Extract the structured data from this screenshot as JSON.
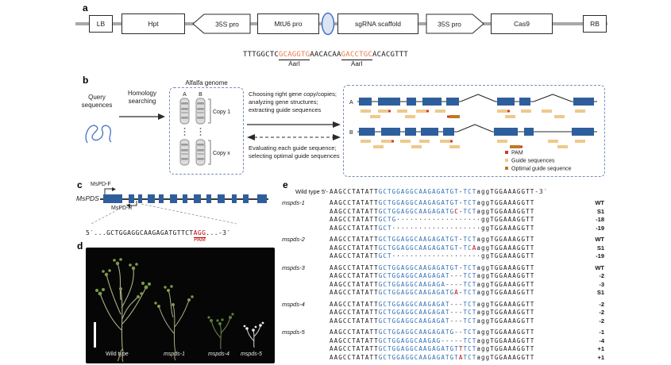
{
  "panel_a": {
    "label": "a",
    "lb": "LB",
    "hpt": "Hpt",
    "p35s_left": "35S pro",
    "mtu6": "MtU6 pro",
    "sgrna": "sgRNA scaffold",
    "p35s_right": "35S pro",
    "cas9": "Cas9",
    "rb": "RB",
    "sequence": [
      {
        "t": "TTTGGCTC"
      },
      {
        "t": "GCAGGTG",
        "hl": true,
        "enzyme": "AarI"
      },
      {
        "t": "AACACAA"
      },
      {
        "t": "GACCTGC",
        "hl": true,
        "enzyme": "AarI"
      },
      {
        "t": "ACACGTTT"
      }
    ]
  },
  "panel_b": {
    "label": "b",
    "query": "Query\nsequences",
    "homology": "Homology\nsearching",
    "genome_title": "Alfalfa genome",
    "chr_a": "A",
    "chr_b": "B",
    "copy1": "Copy 1",
    "copyx": "Copy x",
    "forward_text": "Choosing right gene copy/copies;\nanalyzing gene structures;\nextracting guide sequences",
    "feedback_text": "Evaluating each guide sequence;\nselecting optimal guide sequences",
    "gene_a": "A",
    "gene_b": "B",
    "legend": {
      "pam": "PAM",
      "guides": "Guide sequences",
      "optimal": "Optimal guide sequence"
    }
  },
  "panel_c": {
    "label": "c",
    "gene": "MsPDS",
    "primer_f": "MsPD-F",
    "primer_r": "MsPD-R",
    "sequence": [
      {
        "t": "5′...GCTGGAGGCAAGAGATGTTCT"
      },
      {
        "t": "AGG",
        "red": true,
        "sub": "PAM"
      },
      {
        "t": "...-3′"
      }
    ]
  },
  "panel_d": {
    "label": "d",
    "labels": [
      "Wild type",
      "mspds-1",
      "mspds-4",
      "mspds-5"
    ]
  },
  "panel_e": {
    "label": "e",
    "wild_type": {
      "label": "Wild type 5′-",
      "suffix": "-3′",
      "segs": [
        [
          "k",
          "AAGCCTATATT"
        ],
        [
          "b",
          "GCTGGAGGCAAGAGATGT"
        ],
        [
          "k",
          "-"
        ],
        [
          "b",
          "TCT"
        ],
        [
          "p",
          "agg"
        ],
        [
          "k",
          "TGGAAAGGTT"
        ]
      ]
    },
    "groups": [
      {
        "name": "mspds-1",
        "rows": [
          {
            "segs": [
              [
                "k",
                "AAGCCTATATT"
              ],
              [
                "b",
                "GCTGGAGGCAAGAGATGT"
              ],
              [
                "k",
                "-"
              ],
              [
                "b",
                "TCT"
              ],
              [
                "p",
                "agg"
              ],
              [
                "k",
                "TGGAAAGGTT"
              ]
            ],
            "note": "WT"
          },
          {
            "segs": [
              [
                "k",
                "AAGCCTATATT"
              ],
              [
                "b",
                "GCTGGAGGCAAGAGATG"
              ],
              [
                "r",
                "C"
              ],
              [
                "k",
                "-"
              ],
              [
                "b",
                "TCT"
              ],
              [
                "p",
                "agg"
              ],
              [
                "k",
                "TGGAAAGGTT"
              ]
            ],
            "note": "S1"
          },
          {
            "segs": [
              [
                "k",
                "AAGCCTATATT"
              ],
              [
                "b",
                "GCTG"
              ],
              [
                "d",
                "···················"
              ],
              [
                "p",
                "gg"
              ],
              [
                "k",
                "TGGAAAGGTT"
              ]
            ],
            "note": "-18"
          },
          {
            "segs": [
              [
                "k",
                "AAGCCTATATT"
              ],
              [
                "b",
                "GCT"
              ],
              [
                "d",
                "····················"
              ],
              [
                "p",
                "gg"
              ],
              [
                "k",
                "TGGAAAGGTT"
              ]
            ],
            "note": "-19"
          }
        ]
      },
      {
        "name": "mspds-2",
        "rows": [
          {
            "segs": [
              [
                "k",
                "AAGCCTATATT"
              ],
              [
                "b",
                "GCTGGAGGCAAGAGATGT"
              ],
              [
                "k",
                "-"
              ],
              [
                "b",
                "TCT"
              ],
              [
                "p",
                "agg"
              ],
              [
                "k",
                "TGGAAAGGTT"
              ]
            ],
            "note": "WT"
          },
          {
            "segs": [
              [
                "k",
                "AAGCCTATATT"
              ],
              [
                "b",
                "GCTGGAGGCAAGAGATGT"
              ],
              [
                "k",
                "-"
              ],
              [
                "b",
                "TC"
              ],
              [
                "r",
                "A"
              ],
              [
                "p",
                "agg"
              ],
              [
                "k",
                "TGGAAAGGTT"
              ]
            ],
            "note": "S1"
          },
          {
            "segs": [
              [
                "k",
                "AAGCCTATATT"
              ],
              [
                "b",
                "GCT"
              ],
              [
                "d",
                "····················"
              ],
              [
                "p",
                "gg"
              ],
              [
                "k",
                "TGGAAAGGTT"
              ]
            ],
            "note": "-19"
          }
        ]
      },
      {
        "name": "mspds-3",
        "rows": [
          {
            "segs": [
              [
                "k",
                "AAGCCTATATT"
              ],
              [
                "b",
                "GCTGGAGGCAAGAGATGT"
              ],
              [
                "k",
                "-"
              ],
              [
                "b",
                "TCT"
              ],
              [
                "p",
                "agg"
              ],
              [
                "k",
                "TGGAAAGGTT"
              ]
            ],
            "note": "WT"
          },
          {
            "segs": [
              [
                "k",
                "AAGCCTATATT"
              ],
              [
                "b",
                "GCTGGAGGCAAGAGAT"
              ],
              [
                "d",
                "---"
              ],
              [
                "b",
                "TCT"
              ],
              [
                "p",
                "agg"
              ],
              [
                "k",
                "TGGAAAGGTT"
              ]
            ],
            "note": "-2"
          },
          {
            "segs": [
              [
                "k",
                "AAGCCTATATT"
              ],
              [
                "b",
                "GCTGGAGGCAAGAGA"
              ],
              [
                "d",
                "----"
              ],
              [
                "b",
                "TCT"
              ],
              [
                "p",
                "agg"
              ],
              [
                "k",
                "TGGAAAGGTT"
              ]
            ],
            "note": "-3"
          },
          {
            "segs": [
              [
                "k",
                "AAGCCTATATT"
              ],
              [
                "b",
                "GCTGGAGGCAAGAGATG"
              ],
              [
                "r",
                "A"
              ],
              [
                "k",
                "-"
              ],
              [
                "b",
                "TCT"
              ],
              [
                "p",
                "agg"
              ],
              [
                "k",
                "TGGAAAGGTT"
              ]
            ],
            "note": "S1"
          }
        ]
      },
      {
        "name": "mspds-4",
        "rows": [
          {
            "segs": [
              [
                "k",
                "AAGCCTATATT"
              ],
              [
                "b",
                "GCTGGAGGCAAGAGAT"
              ],
              [
                "d",
                "---"
              ],
              [
                "b",
                "TCT"
              ],
              [
                "p",
                "agg"
              ],
              [
                "k",
                "TGGAAAGGTT"
              ]
            ],
            "note": "-2"
          },
          {
            "segs": [
              [
                "k",
                "AAGCCTATATT"
              ],
              [
                "b",
                "GCTGGAGGCAAGAGAT"
              ],
              [
                "d",
                "---"
              ],
              [
                "b",
                "TCT"
              ],
              [
                "p",
                "agg"
              ],
              [
                "k",
                "TGGAAAGGTT"
              ]
            ],
            "note": "-2"
          },
          {
            "segs": [
              [
                "k",
                "AAGCCTATATT"
              ],
              [
                "b",
                "GCTGGAGGCAAGAGAT"
              ],
              [
                "d",
                "---"
              ],
              [
                "b",
                "TCT"
              ],
              [
                "p",
                "agg"
              ],
              [
                "k",
                "TGGAAAGGTT"
              ]
            ],
            "note": "-2"
          }
        ]
      },
      {
        "name": "mspds-5",
        "rows": [
          {
            "segs": [
              [
                "k",
                "AAGCCTATATT"
              ],
              [
                "b",
                "GCTGGAGGCAAGAGATG"
              ],
              [
                "d",
                "--"
              ],
              [
                "b",
                "TCT"
              ],
              [
                "p",
                "agg"
              ],
              [
                "k",
                "TGGAAAGGTT"
              ]
            ],
            "note": "-1"
          },
          {
            "segs": [
              [
                "k",
                "AAGCCTATATT"
              ],
              [
                "b",
                "GCTGGAGGCAAGAG"
              ],
              [
                "d",
                "-----"
              ],
              [
                "b",
                "TCT"
              ],
              [
                "p",
                "agg"
              ],
              [
                "k",
                "TGGAAAGGTT"
              ]
            ],
            "note": "-4"
          },
          {
            "segs": [
              [
                "k",
                "AAGCCTATATT"
              ],
              [
                "b",
                "GCTGGAGGCAAGAGATGT"
              ],
              [
                "r",
                "T"
              ],
              [
                "b",
                "TCT"
              ],
              [
                "p",
                "agg"
              ],
              [
                "k",
                "TGGAAAGGTT"
              ]
            ],
            "note": "+1"
          },
          {
            "segs": [
              [
                "k",
                "AAGCCTATATT"
              ],
              [
                "b",
                "GCTGGAGGCAAGAGATGT"
              ],
              [
                "r",
                "A"
              ],
              [
                "b",
                "TCT"
              ],
              [
                "p",
                "agg"
              ],
              [
                "k",
                "TGGAAAGGTT"
              ]
            ],
            "note": "+1"
          }
        ]
      }
    ]
  }
}
